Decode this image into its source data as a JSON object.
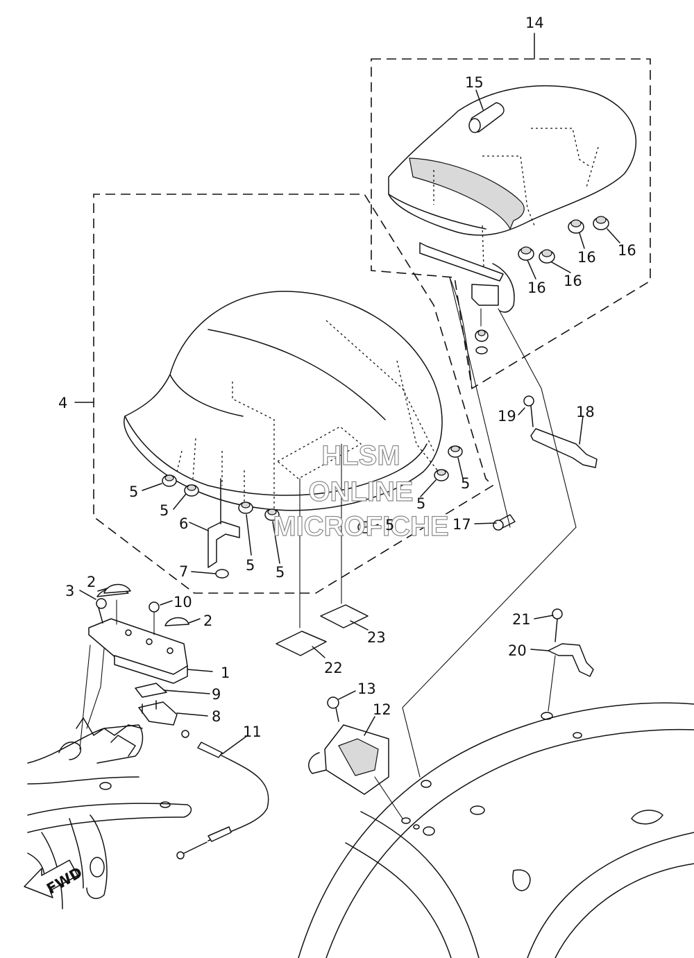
{
  "callouts": {
    "c1": "1",
    "c2a": "2",
    "c2b": "2",
    "c3": "3",
    "c4": "4",
    "c5a": "5",
    "c5b": "5",
    "c5c": "5",
    "c5d": "5",
    "c5e": "5",
    "c5f": "5",
    "c5g": "5",
    "c6": "6",
    "c7": "7",
    "c8": "8",
    "c9": "9",
    "c10": "10",
    "c11": "11",
    "c12": "12",
    "c13": "13",
    "c14": "14",
    "c15": "15",
    "c16a": "16",
    "c16b": "16",
    "c16c": "16",
    "c16d": "16",
    "c17": "17",
    "c18": "18",
    "c19": "19",
    "c20": "20",
    "c21": "21",
    "c22": "22",
    "c23": "23"
  },
  "direction_marker": "FWD",
  "watermark": {
    "line1": "HLSM",
    "line2": "ONLINE",
    "line3": "MICROFICHE"
  }
}
